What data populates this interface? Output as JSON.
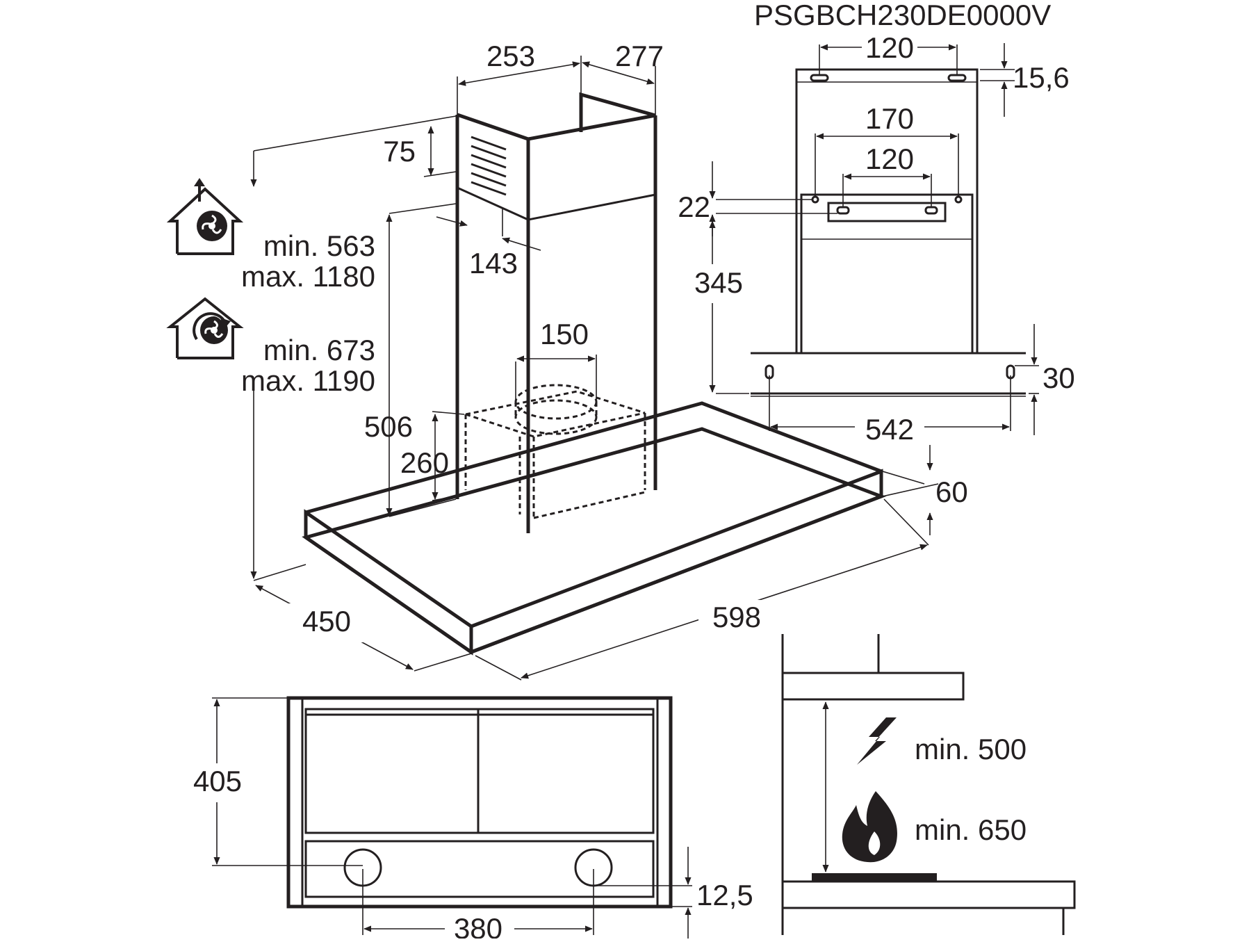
{
  "model_code": "PSGBCH230DE0000V",
  "main_view": {
    "chimney_width": "253",
    "chimney_depth": "277",
    "grille_offset": "75",
    "chimney_wall_gap": "143",
    "duct_diameter": "150",
    "chimney_min_height": "506",
    "box_height": "260",
    "canopy_thickness": "60",
    "canopy_depth": "450",
    "canopy_width": "598"
  },
  "modes": {
    "extraction": {
      "icon": "extraction-house-icon",
      "min": "min. 563",
      "max": "max. 1180"
    },
    "recirculation": {
      "icon": "recirculation-house-icon",
      "min": "min. 673",
      "max": "max. 1190"
    }
  },
  "bracket_view": {
    "top_hole_spacing": "120",
    "top_offset": "15,6",
    "outer_hole_spacing": "170",
    "inner_hole_spacing": "120",
    "bracket_offset": "22",
    "bracket_to_canopy": "345",
    "canopy_offset": "30",
    "canopy_hole_spacing": "542"
  },
  "bottom_view": {
    "depth": "405",
    "light_spacing": "380",
    "light_offset": "12,5"
  },
  "clearance_view": {
    "electric_icon": "lightning-icon",
    "electric_min": "min. 500",
    "gas_icon": "flame-icon",
    "gas_min": "min. 650"
  }
}
